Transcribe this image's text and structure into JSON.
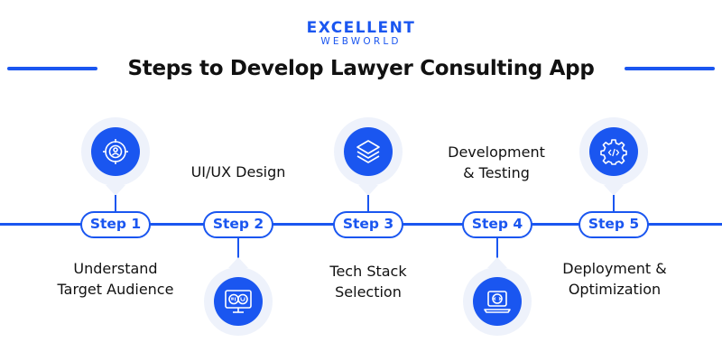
{
  "logo": {
    "line1": "EXCELLENT",
    "line2": "WEBWORLD"
  },
  "title": "Steps to Develop Lawyer Consulting App",
  "colors": {
    "accent": "#1a56f0",
    "badge_ring": "#eef2fb",
    "text": "#111111"
  },
  "steps": [
    {
      "pill": "Step 1",
      "label": "Understand\nTarget Audience",
      "icon": "target-audience-icon",
      "icon_position": "above"
    },
    {
      "pill": "Step 2",
      "label": "UI/UX Design",
      "icon": "ui-ux-monitor-icon",
      "icon_position": "below"
    },
    {
      "pill": "Step 3",
      "label": "Tech Stack\nSelection",
      "icon": "layers-stack-icon",
      "icon_position": "above"
    },
    {
      "pill": "Step 4",
      "label": "Development\n& Testing",
      "icon": "laptop-code-icon",
      "icon_position": "below"
    },
    {
      "pill": "Step 5",
      "label": "Deployment &\nOptimization",
      "icon": "gear-code-icon",
      "icon_position": "above"
    }
  ]
}
